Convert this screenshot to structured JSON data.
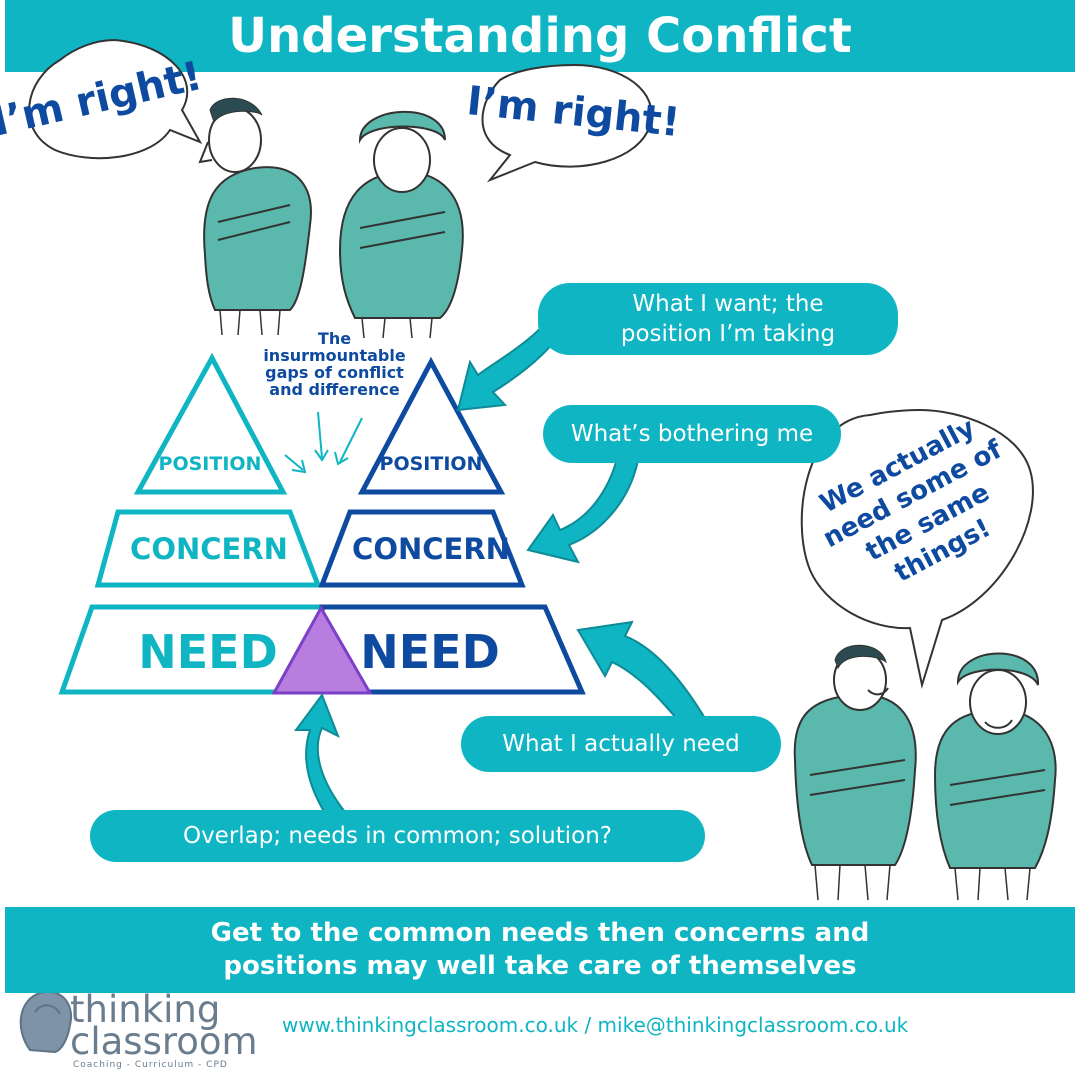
{
  "title": "Understanding Conflict",
  "bubbles": {
    "left": "I’m right!",
    "right": "I’m right!",
    "agreement": [
      "We actually",
      "need some of",
      "the same",
      "things!"
    ]
  },
  "gap_caption": [
    "The",
    "insurmountable",
    "gaps of conflict",
    "and difference"
  ],
  "pyramid": {
    "left": {
      "top": "POSITION",
      "middle": "CONCERN",
      "bottom": "NEED"
    },
    "right": {
      "top": "POSITION",
      "middle": "CONCERN",
      "bottom": "NEED"
    }
  },
  "pills": {
    "position": [
      "What I want; the",
      "position I’m taking"
    ],
    "concern": "What’s bothering me",
    "need": "What I actually need",
    "overlap": "Overlap; needs in common; solution?"
  },
  "footer": {
    "message": [
      "Get to the common needs then concerns and",
      "positions may well take care of themselves"
    ],
    "contact": "www.thinkingclassroom.co.uk / mike@thinkingclassroom.co.uk"
  },
  "logo": {
    "word1": "thinking",
    "word2": "classroom",
    "tagline": "Coaching - Curriculum - CPD"
  },
  "colors": {
    "teal": "#0fb5c3",
    "navy": "#0d4aa0",
    "overlap_purple": "#b77ee0",
    "figure_teal": "#5ab8ad"
  },
  "icons": [
    "speech-bubble-icon",
    "curved-arrow-icon",
    "person-figure-icon",
    "head-profile-logo-icon"
  ]
}
